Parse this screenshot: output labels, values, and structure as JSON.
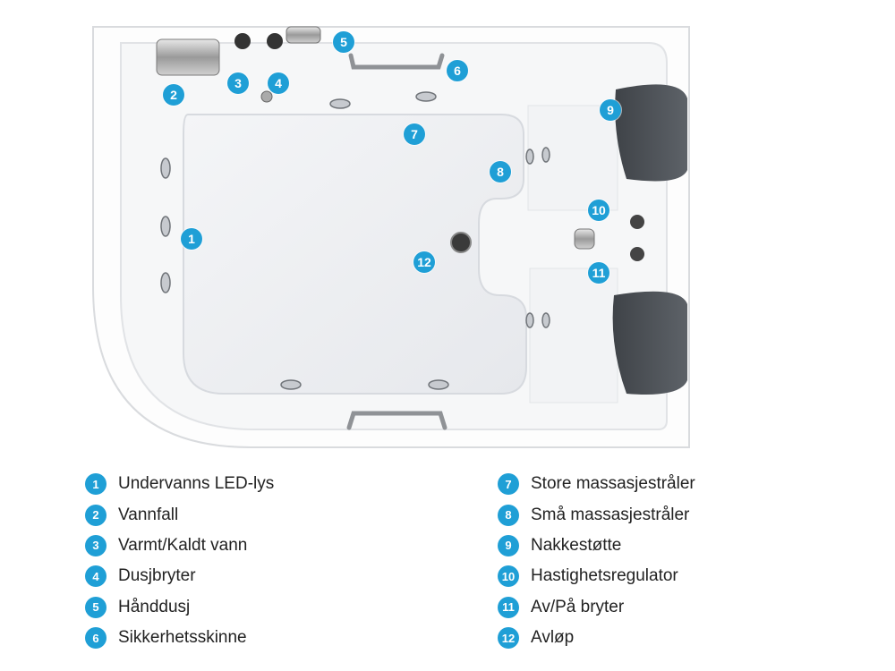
{
  "theme": {
    "marker_color": "#1f9fd6",
    "text_color": "#222222"
  },
  "legend": [
    {
      "num": "1",
      "label": "Undervanns LED-lys"
    },
    {
      "num": "2",
      "label": "Vannfall"
    },
    {
      "num": "3",
      "label": "Varmt/Kaldt vann"
    },
    {
      "num": "4",
      "label": "Dusjbryter"
    },
    {
      "num": "5",
      "label": "Hånddusj"
    },
    {
      "num": "6",
      "label": "Sikkerhetsskinne"
    },
    {
      "num": "7",
      "label": "Store massasjestråler"
    },
    {
      "num": "8",
      "label": "Små massasjestråler"
    },
    {
      "num": "9",
      "label": "Nakkestøtte"
    },
    {
      "num": "10",
      "label": "Hastighetsregulator"
    },
    {
      "num": "11",
      "label": "Av/På bryter"
    },
    {
      "num": "12",
      "label": "Avløp"
    }
  ]
}
